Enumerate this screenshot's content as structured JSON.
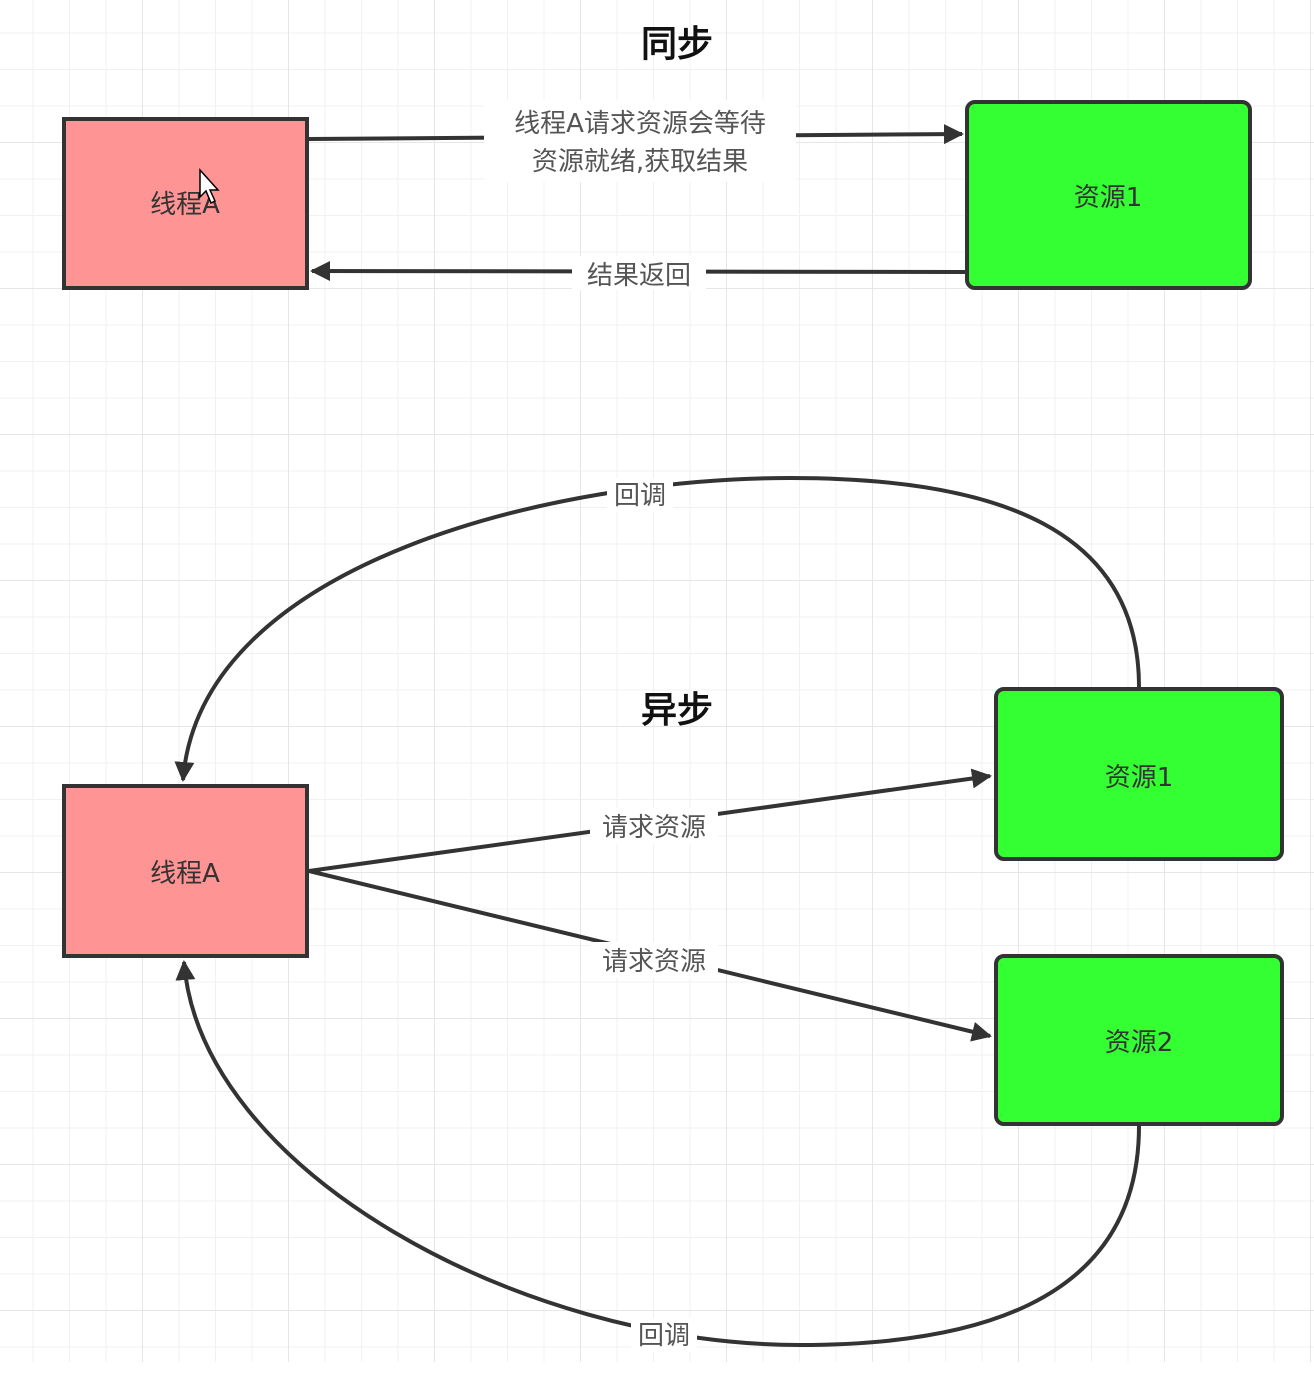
{
  "colors": {
    "thread_fill": "#ff9494",
    "resource_fill": "#33ff33",
    "stroke": "#333333",
    "edge_label": "#555555"
  },
  "sync": {
    "title": "同步",
    "thread": "线程A",
    "resource": "资源1",
    "request_label_line1": "线程A请求资源会等待",
    "request_label_line2": "资源就绪,获取结果",
    "return_label": "结果返回"
  },
  "async": {
    "title": "异步",
    "thread": "线程A",
    "resource1": "资源1",
    "resource2": "资源2",
    "request1_label": "请求资源",
    "request2_label": "请求资源",
    "callback1_label": "回调",
    "callback2_label": "回调"
  },
  "cursor": "mouse-pointer"
}
